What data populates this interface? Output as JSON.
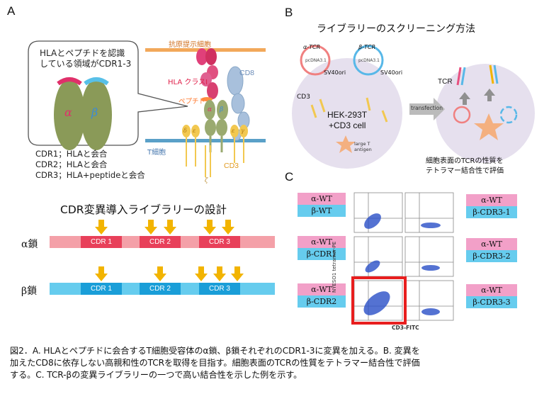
{
  "panels": {
    "a": "A",
    "b": "B",
    "c": "C"
  },
  "panelA": {
    "apc_label": "抗原提示細胞",
    "hla_label": "HLA クラスI",
    "peptide_label": "ペプチド",
    "cd8_label": "CD8",
    "tcell_label": "T細胞",
    "cd3_label": "CD3",
    "bubble_line1": "HLAとペプチドを認識",
    "bubble_line2": "している領域がCDR1-3",
    "alpha": "α",
    "beta": "β",
    "delta": "δ",
    "epsilon": "ε",
    "gamma": "γ",
    "zeta": "ζ",
    "cdr_lines": [
      "CDR1；HLAと会合",
      "CDR2；HLAと会合",
      "CDR3；HLA+peptideと会合"
    ]
  },
  "library": {
    "title": "CDR変異導入ライブラリーの設計",
    "alpha_chain": "α鎖",
    "beta_chain": "β鎖",
    "segments": [
      "CDR 1",
      "CDR 2",
      "CDR 3"
    ]
  },
  "panelB": {
    "title": "ライブラリーのスクリーニング方法",
    "alpha_tcr": "α-TCR",
    "beta_tcr": "β-TCR",
    "plasmid": "pcDNA3.1",
    "sv40": "SV40ori",
    "cd3": "CD3",
    "cell_line1": "HEK-293T",
    "cell_line2": "+CD3 cell",
    "large_t": "large T",
    "antigen": "antigen",
    "transfection": "transfection",
    "tcr": "TCR",
    "eval_line1": "細胞表面のTCRの性質を",
    "eval_line2": "テトラマー結合性で評価"
  },
  "panelC": {
    "left_labels": [
      [
        "α-WT",
        "β-WT"
      ],
      [
        "α-WT",
        "β-CDR1"
      ],
      [
        "α-WT",
        "β-CDR2"
      ]
    ],
    "right_labels": [
      [
        "α-WT",
        "β-CDR3-1"
      ],
      [
        "α-WT",
        "β-CDR3-2"
      ],
      [
        "α-WT",
        "β-CDR3-3"
      ]
    ],
    "y_axis": "NYESO1 tetramer-PE",
    "x_axis": "CD3-FITC"
  },
  "caption": {
    "line1": "図2．A. HLAとペプチドに会合するT細胞受容体のα鎖、β鎖それぞれのCDR1-3に変異を加える。B. 変異を",
    "line2": "加えたCD8に依存しない高親和性のTCRを取得を目指す。細胞表面のTCRの性質をテトラマー結合性で評価",
    "line3": "する。C. TCR-βの変異ライブラリーの一つで高い結合性を示した例を示す。"
  },
  "colors": {
    "pink": "#f2a0c8",
    "cyan": "#66ccee",
    "alpha_bar": "#f4a0a8",
    "alpha_seg": "#e8405a",
    "beta_bar": "#66ccee",
    "beta_seg": "#1a9ed8",
    "arrow": "#f2b400",
    "highlight": "#e81e1e"
  }
}
